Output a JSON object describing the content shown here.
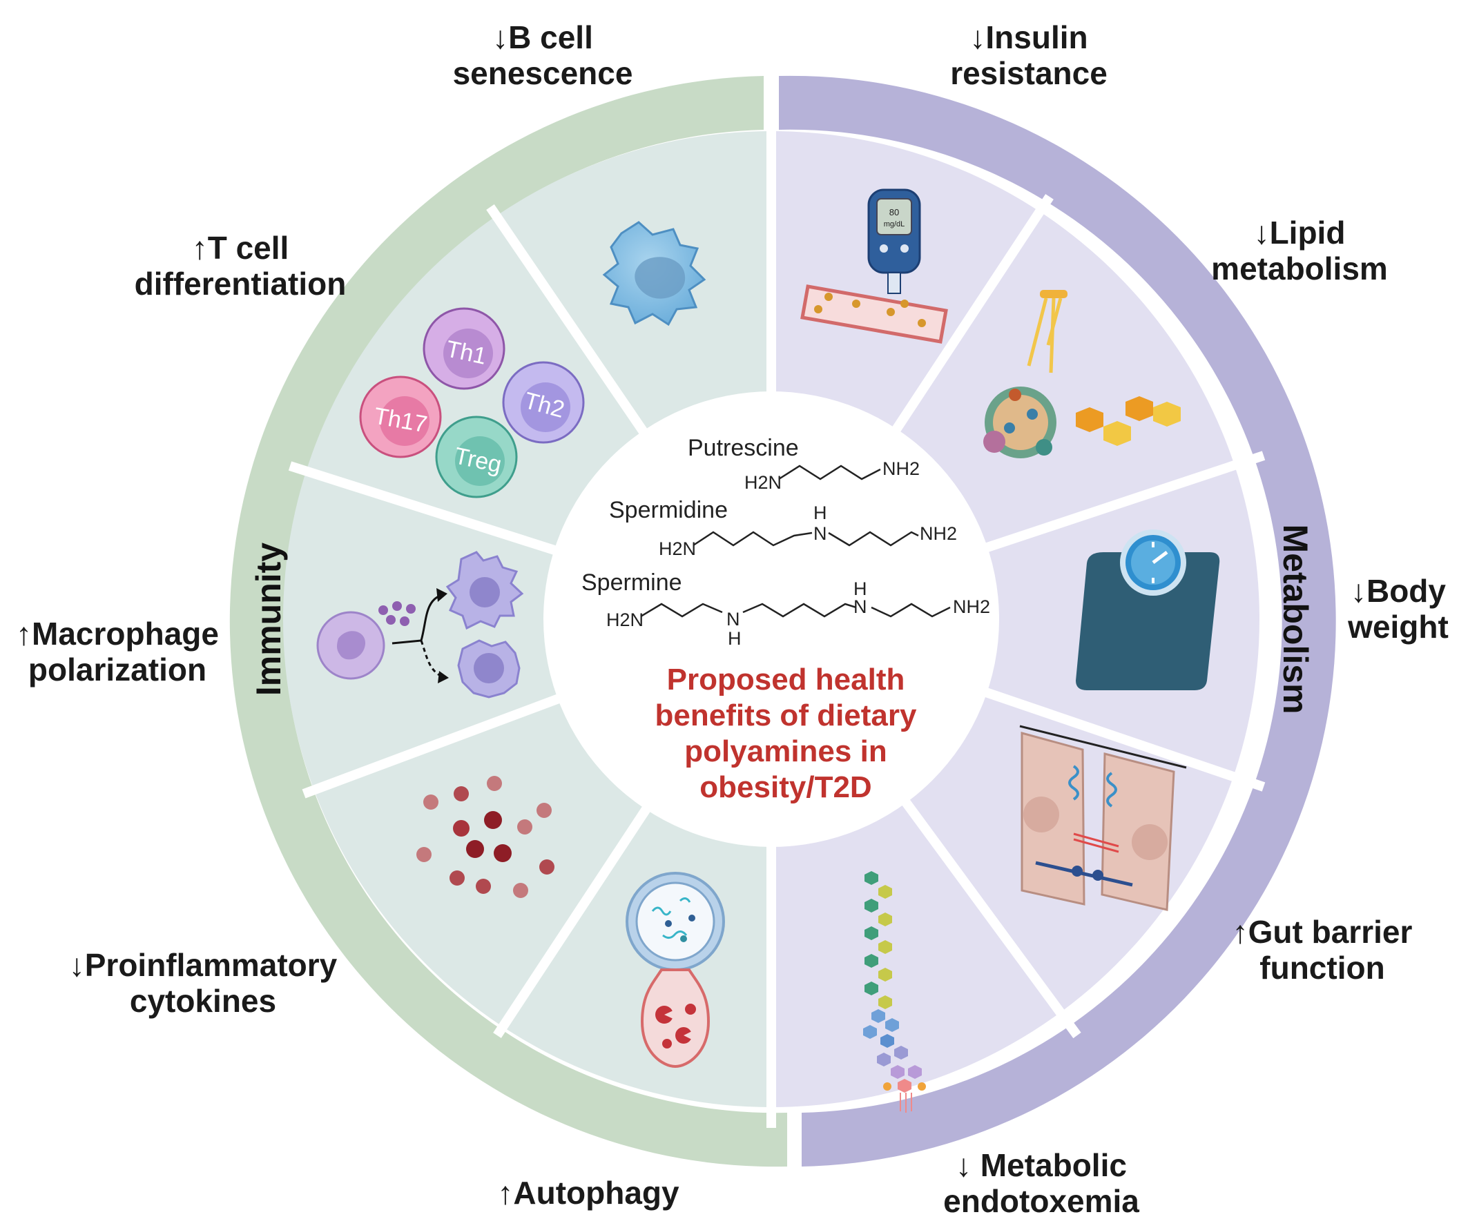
{
  "center": {
    "title_lines": [
      "Proposed health",
      "benefits of dietary",
      "polyamines in",
      "obesity/T2D"
    ],
    "title_color": "#c0332e",
    "molecules": [
      {
        "name": "Putrescine",
        "left_group": "H2N",
        "right_group": "NH2",
        "mid_labels": []
      },
      {
        "name": "Spermidine",
        "left_group": "H2N",
        "right_group": "NH2",
        "mid_labels": [
          "H",
          "N"
        ]
      },
      {
        "name": "Spermine",
        "left_group": "H2N",
        "right_group": "NH2",
        "mid_labels": [
          "N",
          "H",
          "H",
          "N"
        ]
      }
    ]
  },
  "rings": [
    {
      "label": "Immunity",
      "color": "#c8dbc6",
      "panel_color": "#dce8e6"
    },
    {
      "label": "Metabolism",
      "color": "#b6b2d8",
      "panel_color": "#e2e0f1"
    }
  ],
  "outer_labels": [
    {
      "id": "b-cell",
      "line1": "↓B cell",
      "line2": "senescence"
    },
    {
      "id": "t-cell",
      "line1": "↑T cell",
      "line2": "differentiation"
    },
    {
      "id": "macrophage",
      "line1": "↑Macrophage",
      "line2": "polarization"
    },
    {
      "id": "cytokines",
      "line1": "↓Proinflammatory",
      "line2": "cytokines"
    },
    {
      "id": "autophagy",
      "line1": "↑Autophagy",
      "line2": ""
    },
    {
      "id": "insulin",
      "line1": "↓Insulin",
      "line2": "resistance"
    },
    {
      "id": "lipid",
      "line1": "↓Lipid",
      "line2": "metabolism"
    },
    {
      "id": "body-weight",
      "line1": "↓Body",
      "line2": "weight"
    },
    {
      "id": "gut-barrier",
      "line1": "↑Gut barrier",
      "line2": "function"
    },
    {
      "id": "endotoxemia",
      "line1": "↓ Metabolic",
      "line2": "endotoxemia"
    }
  ],
  "icons": {
    "t_cell_labels": [
      "Th1",
      "Th17",
      "Th2",
      "Treg"
    ],
    "glucometer_reading": "80",
    "glucometer_unit": "mg/dL"
  }
}
